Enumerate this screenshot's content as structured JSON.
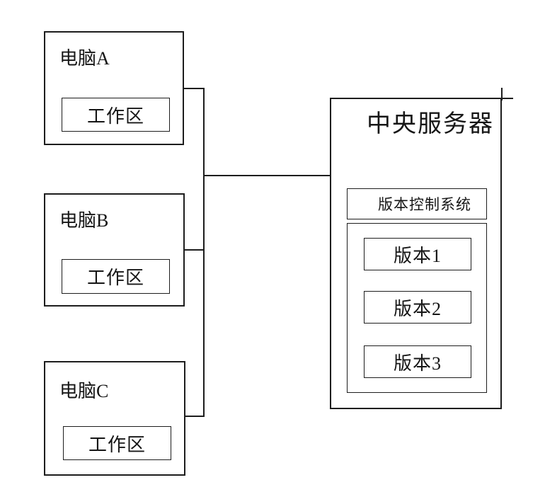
{
  "computers": [
    {
      "name": "电脑A",
      "workspace": "工作区"
    },
    {
      "name": "电脑B",
      "workspace": "工作区"
    },
    {
      "name": "电脑C",
      "workspace": "工作区"
    }
  ],
  "server": {
    "title": "中央服务器",
    "vcs": {
      "title": "版本控制系统",
      "versions": [
        "版本1",
        "版本2",
        "版本3"
      ]
    }
  },
  "colors": {
    "line": "#1d1d1d",
    "background": "#ffffff"
  }
}
